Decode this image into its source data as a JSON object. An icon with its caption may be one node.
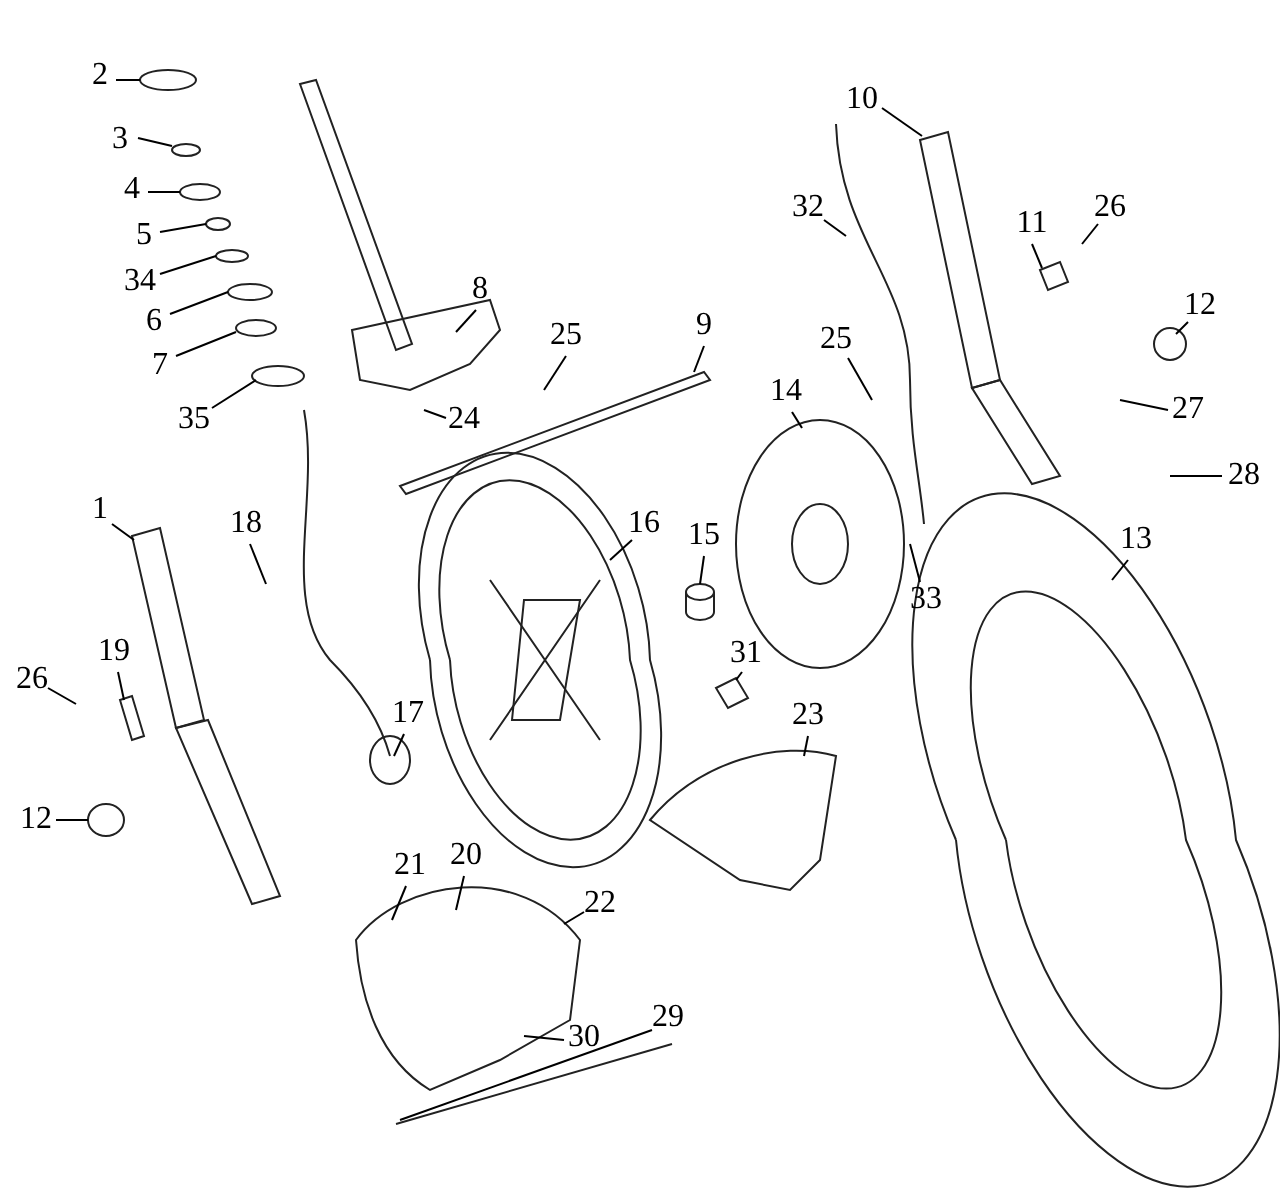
{
  "diagram": {
    "nodes": [
      {
        "text": [
          "2"
        ]
      },
      {
        "text": [
          "3"
        ]
      },
      {
        "text": [
          "4"
        ]
      },
      {
        "text": [
          "5"
        ]
      },
      {
        "text": [
          "34"
        ]
      },
      {
        "text": [
          "6"
        ]
      },
      {
        "text": [
          "7"
        ]
      },
      {
        "text": [
          "35"
        ]
      },
      {
        "text": [
          "8"
        ]
      },
      {
        "text": [
          "24"
        ]
      },
      {
        "text": [
          "25"
        ]
      },
      {
        "text": [
          "9"
        ]
      },
      {
        "text": [
          "10"
        ]
      },
      {
        "text": [
          "32"
        ]
      },
      {
        "text": [
          "11"
        ]
      },
      {
        "text": [
          "26"
        ]
      },
      {
        "text": [
          "12"
        ]
      },
      {
        "text": [
          "25"
        ]
      },
      {
        "text": [
          "14"
        ]
      },
      {
        "text": [
          "27"
        ]
      },
      {
        "text": [
          "28"
        ]
      },
      {
        "text": [
          "33"
        ]
      },
      {
        "text": [
          "13"
        ]
      },
      {
        "text": [
          "16"
        ]
      },
      {
        "text": [
          "15"
        ]
      },
      {
        "text": [
          "31"
        ]
      },
      {
        "text": [
          "1"
        ]
      },
      {
        "text": [
          "18"
        ]
      },
      {
        "text": [
          "19"
        ]
      },
      {
        "text": [
          "26"
        ]
      },
      {
        "text": [
          "12"
        ]
      },
      {
        "text": [
          "17"
        ]
      },
      {
        "text": [
          "21"
        ]
      },
      {
        "text": [
          "20"
        ]
      },
      {
        "text": [
          "22"
        ]
      },
      {
        "text": [
          "23"
        ]
      },
      {
        "text": [
          "29"
        ]
      },
      {
        "text": [
          "30"
        ]
      }
    ],
    "edges": [
      {
        "from": 0,
        "to": null,
        "arrow": "none"
      },
      {
        "from": 1,
        "to": null,
        "arrow": "none"
      },
      {
        "from": 2,
        "to": null,
        "arrow": "none"
      },
      {
        "from": 3,
        "to": null,
        "arrow": "none"
      },
      {
        "from": 4,
        "to": null,
        "arrow": "none"
      },
      {
        "from": 5,
        "to": null,
        "arrow": "none"
      },
      {
        "from": 6,
        "to": null,
        "arrow": "none"
      },
      {
        "from": 7,
        "to": null,
        "arrow": "none"
      },
      {
        "from": 8,
        "to": null,
        "arrow": "none"
      },
      {
        "from": 9,
        "to": null,
        "arrow": "none"
      },
      {
        "from": 10,
        "to": null,
        "arrow": "none"
      },
      {
        "from": 11,
        "to": null,
        "arrow": "none"
      },
      {
        "from": 12,
        "to": null,
        "arrow": "none"
      },
      {
        "from": 13,
        "to": null,
        "arrow": "none"
      },
      {
        "from": 14,
        "to": null,
        "arrow": "none"
      },
      {
        "from": 15,
        "to": null,
        "arrow": "none"
      },
      {
        "from": 16,
        "to": null,
        "arrow": "none"
      },
      {
        "from": 17,
        "to": null,
        "arrow": "none"
      },
      {
        "from": 18,
        "to": null,
        "arrow": "none"
      },
      {
        "from": 19,
        "to": null,
        "arrow": "none"
      },
      {
        "from": 20,
        "to": null,
        "arrow": "none"
      },
      {
        "from": 21,
        "to": null,
        "arrow": "none"
      },
      {
        "from": 22,
        "to": null,
        "arrow": "none"
      },
      {
        "from": 23,
        "to": null,
        "arrow": "none"
      },
      {
        "from": 24,
        "to": null,
        "arrow": "none"
      },
      {
        "from": 25,
        "to": null,
        "arrow": "none"
      },
      {
        "from": 26,
        "to": null,
        "arrow": "none"
      },
      {
        "from": 27,
        "to": null,
        "arrow": "none"
      },
      {
        "from": 28,
        "to": null,
        "arrow": "none"
      },
      {
        "from": 29,
        "to": null,
        "arrow": "none"
      },
      {
        "from": 30,
        "to": null,
        "arrow": "none"
      },
      {
        "from": 31,
        "to": null,
        "arrow": "none"
      },
      {
        "from": 32,
        "to": null,
        "arrow": "none"
      },
      {
        "from": 33,
        "to": null,
        "arrow": "none"
      },
      {
        "from": 34,
        "to": null,
        "arrow": "none"
      },
      {
        "from": 35,
        "to": null,
        "arrow": "none"
      },
      {
        "from": 36,
        "to": null,
        "arrow": "none"
      },
      {
        "from": 37,
        "to": null,
        "arrow": "none"
      }
    ]
  }
}
